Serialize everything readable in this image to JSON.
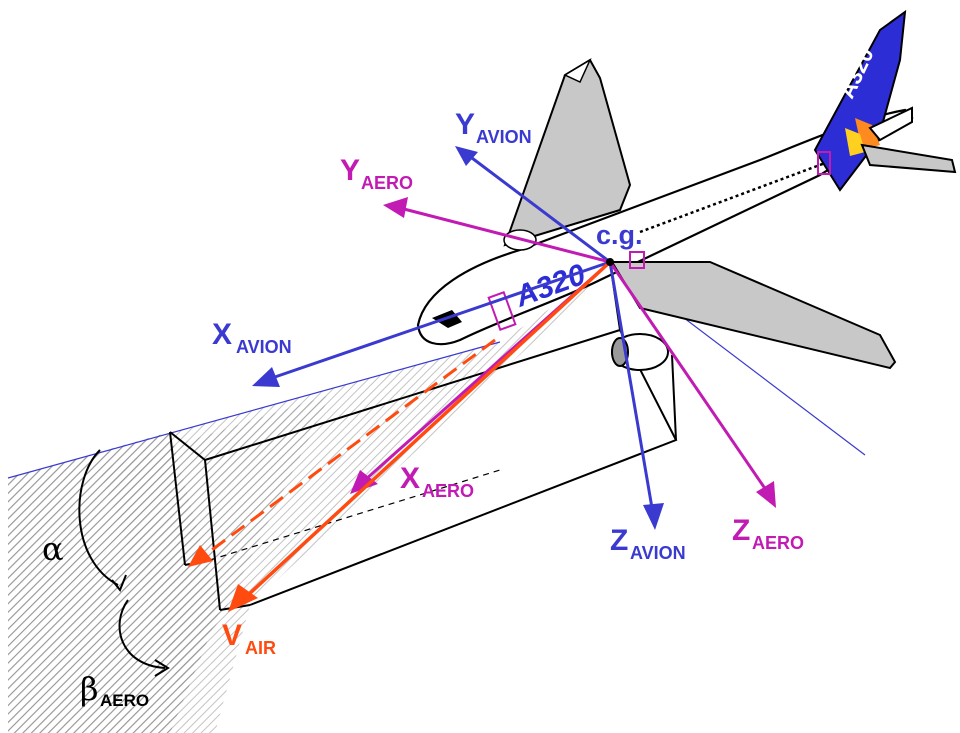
{
  "colors": {
    "avion": "#3a3ad0",
    "aero": "#c21bb4",
    "air": "#ff4a10",
    "outline": "#000000",
    "hatch": "#9a9a9a",
    "wing_gray": "#c8c8c8",
    "tail_blue": "#2d2dd6"
  },
  "labels": {
    "cg": "c.g.",
    "y_avion_main": "Y",
    "y_avion_sub": "AVION",
    "y_aero_main": "Y",
    "y_aero_sub": "AERO",
    "x_avion_main": "X",
    "x_avion_sub": "AVION",
    "x_aero_main": "X",
    "x_aero_sub": "AERO",
    "z_avion_main": "Z",
    "z_avion_sub": "AVION",
    "z_aero_main": "Z",
    "z_aero_sub": "AERO",
    "v_air_main": "V",
    "v_air_sub": "AIR",
    "alpha": "α",
    "beta_main": "β",
    "beta_sub": "AERO",
    "fuselage_text": "A320",
    "tail_text": "A320"
  }
}
